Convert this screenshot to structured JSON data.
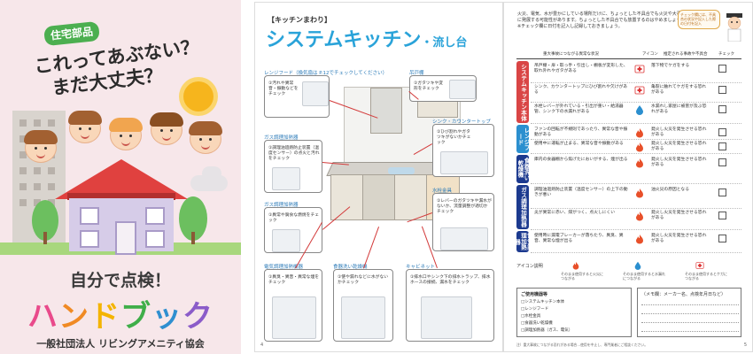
{
  "cover": {
    "badge": "住宅部品",
    "question_line1": "これってあぶない？",
    "question_line2": "まだ大丈夫？",
    "title_line1": "自分で点検！",
    "title_line2_chars": [
      "ハ",
      "ン",
      "ド",
      "ブ",
      "ッ",
      "ク"
    ],
    "title_line2_colors": [
      "#e94a8b",
      "#f08a24",
      "#f4b400",
      "#3fae49",
      "#2f8fd0",
      "#8b5cc9"
    ],
    "organization": "一般社団法人 リビングアメニティ協会"
  },
  "left_page": {
    "kicker": "【キッチンまわり】",
    "title": "システムキッチン",
    "title_suffix": "・流し台",
    "page_number": "4",
    "callouts": [
      {
        "label": "レンジフード（換気扇は P.12でチェックしてください）",
        "text": "①汚れや異常音・振動などをチェック"
      },
      {
        "label": "吊戸棚",
        "text": "①ガタツキや変形をチェック"
      },
      {
        "label": "シンク・カウンタートップ",
        "text": "①ひび割れやガタツキがないかチェック"
      },
      {
        "label": "ガス調理加熱器",
        "text": "①調理油過熱防止装置（温度センサー）の点火と汚れをチェック"
      },
      {
        "label": "水栓金具",
        "text": "①レバーのガタツキや漏水がないか、流量調整が適切かチェック"
      },
      {
        "label": "ガス調理加熱器",
        "text": "①異常や腐食な燃焼をチェック"
      },
      {
        "label": "電気調理加熱機器",
        "text": "①異臭・異音・異常な煙をチェック"
      },
      {
        "label": "食器洗い乾燥機",
        "text": "①使や漏れなどに水がないかチェック"
      },
      {
        "label": "キャビネット",
        "text": "①排水口やシンク下の排水トラップ、排水ホースの接続、漏水をチェック"
      }
    ]
  },
  "right_page": {
    "page_number": "5",
    "intro": "火災、電気、水が豊かにしている場所だけに、ちょっとした不具合でも火災や大事故に発展する可能性があります。ちょっとした不具合でも放置するのはやめましょう。※チェック欄に日付を記入し記録しておきましょう。",
    "bubble": "チェック欄には、不具合の状況や記入した際の日付を記入",
    "headers": [
      "重大事故につながる異常な状況",
      "アイコン",
      "推定される事故や不具合",
      "チェック"
    ],
    "categories": [
      {
        "label": "システムキッチン本体",
        "color": "#d94545"
      },
      {
        "label": "レンジフード",
        "color": "#2b8fcf"
      },
      {
        "label": "食器洗い乾燥機",
        "color": "#1c3a8f"
      },
      {
        "label": "ガス調理加熱器",
        "color": "#1c3a8f"
      },
      {
        "label": "電気調理加熱器",
        "color": "#1c3a8f"
      }
    ],
    "rows": [
      {
        "text": "吊戸棚・扉・取っ手・引出し・棚板が変形した、取れ外れやガタがある",
        "icon": "first-aid-icon",
        "result": "落下物でケガをする"
      },
      {
        "text": "シンク、カウンタートップにひび割れや欠けがある",
        "icon": "first-aid-icon",
        "result": "亀裂に触れてケガをする恐れがある"
      },
      {
        "text": "水栓レバーが外れている・引出が重い・給湯器管、シンク下の水漏れがある",
        "icon": "water-icon",
        "result": "水漏れし家屋に被害が及ぶ恐れがある"
      },
      {
        "text": "ファンの回転が不規則であったり、異常な音や振動がある",
        "icon": "fire-icon",
        "result": "発火し火災を発生させる恐れがある"
      },
      {
        "text": "使用中に運転が止まる、異常な音や振動がある",
        "icon": "fire-icon",
        "result": "発火し火災を発生させる恐れがある"
      },
      {
        "text": "庫内の食器棚から焦げたにおいがする、煙が出る",
        "icon": "fire-icon",
        "result": "発火し火災を発生させる恐れがある"
      },
      {
        "text": "調理油過熱防止装置（温度センサー）の上下の動きが悪い",
        "icon": "fire-icon",
        "result": "油火災の原因となる"
      },
      {
        "text": "炎が異常に赤い、煤がつく、点火しにくい",
        "icon": "fire-icon",
        "result": "発火し火災を発生させる恐れがある"
      },
      {
        "text": "使用時に漏電ブレーカーが落ちたり、異臭、異音、異常な煙が出る",
        "icon": "fire-icon",
        "result": "発火し火災を発生させる恐れがある"
      }
    ],
    "legend": {
      "title": "アイコン説明",
      "items": [
        {
          "icon": "fire-icon",
          "text": "そのまま使用すると火災につながる"
        },
        {
          "icon": "water-icon",
          "text": "そのまま使用すると水漏れにつながる"
        },
        {
          "icon": "first-aid-icon",
          "text": "そのまま使用するとケガにつながる"
        }
      ]
    },
    "checklist": {
      "title": "ご使用機器等",
      "items": [
        "□システムキッチン本体",
        "□レンジフード",
        "□水栓金具",
        "□食器洗い乾燥機",
        "□調理加熱器（ガス、電気）"
      ]
    },
    "memo": {
      "title": "（メモ欄：メーカー名、点検年月日など）"
    },
    "footer": "注）重大事故につながる恐れがある場合…使用を中止し、専門業者にご相談ください。"
  }
}
